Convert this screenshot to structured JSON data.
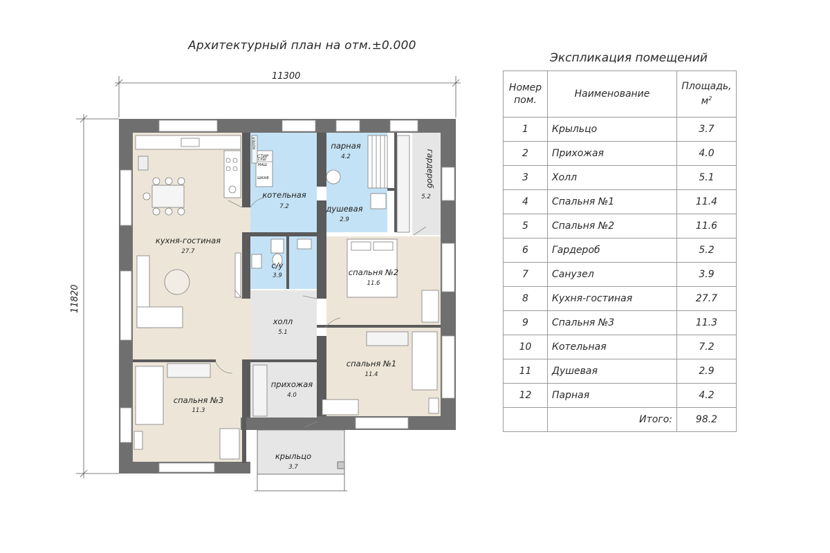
{
  "plan": {
    "title": "Архитектурный план на отм.±0.000",
    "dim_width": "11300",
    "dim_height": "11820",
    "rooms": [
      {
        "key": "kitchen",
        "name": "кухня-гостиная",
        "area": "27.7"
      },
      {
        "key": "boiler",
        "name": "котельная",
        "area": "7.2"
      },
      {
        "key": "steam",
        "name": "парная",
        "area": "4.2"
      },
      {
        "key": "shower",
        "name": "душевая",
        "area": "2.9"
      },
      {
        "key": "wardrobe",
        "name": "гардероб",
        "area": "5.2"
      },
      {
        "key": "wc",
        "name": "с/у",
        "area": "3.9"
      },
      {
        "key": "bed2",
        "name": "спальня №2",
        "area": "11.6"
      },
      {
        "key": "hall",
        "name": "холл",
        "area": "5.1"
      },
      {
        "key": "bed1",
        "name": "спальня №1",
        "area": "11.4"
      },
      {
        "key": "bed3",
        "name": "спальня №3",
        "area": "11.3"
      },
      {
        "key": "entry",
        "name": "прихожая",
        "area": "4.0"
      },
      {
        "key": "porch",
        "name": "крыльцо",
        "area": "3.7"
      }
    ],
    "boiler_labels": [
      "СТИР",
      "СУШ",
      "МАШ",
      "ШКАФ"
    ],
    "boiler_side_label": "КОТЕЛ"
  },
  "explication": {
    "title": "Экспликация помещений",
    "headers": {
      "num_line1": "Номер",
      "num_line2": "пом.",
      "name": "Наименование",
      "area_line1": "Площадь,",
      "area_line2": "м",
      "area_sup": "2"
    },
    "rows": [
      {
        "num": "1",
        "name": "Крыльцо",
        "area": "3.7"
      },
      {
        "num": "2",
        "name": "Прихожая",
        "area": "4.0"
      },
      {
        "num": "3",
        "name": "Холл",
        "area": "5.1"
      },
      {
        "num": "4",
        "name": "Спальня №1",
        "area": "11.4"
      },
      {
        "num": "5",
        "name": "Спальня №2",
        "area": "11.6"
      },
      {
        "num": "6",
        "name": "Гардероб",
        "area": "5.2"
      },
      {
        "num": "7",
        "name": "Санузел",
        "area": "3.9"
      },
      {
        "num": "8",
        "name": "Кухня-гостиная",
        "area": "27.7"
      },
      {
        "num": "9",
        "name": "Спальня №3",
        "area": "11.3"
      },
      {
        "num": "10",
        "name": "Котельная",
        "area": "7.2"
      },
      {
        "num": "11",
        "name": "Душевая",
        "area": "2.9"
      },
      {
        "num": "12",
        "name": "Парная",
        "area": "4.2"
      }
    ],
    "total_label": "Итого:",
    "total_value": "98.2"
  }
}
